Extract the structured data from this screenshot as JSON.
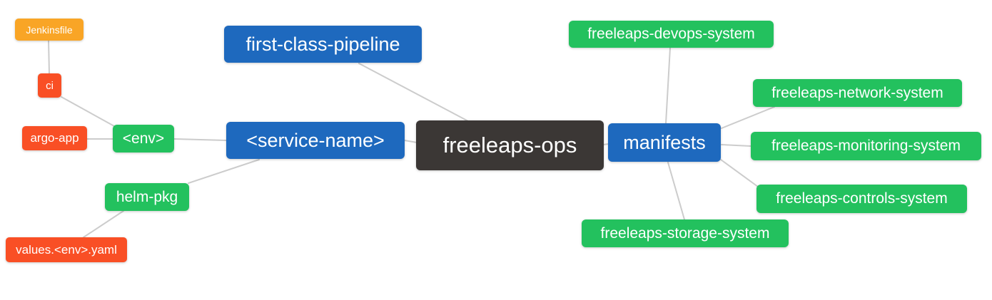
{
  "palette": {
    "root": "#3B3735",
    "blue": "#1E69BE",
    "green": "#23C15E",
    "red": "#F94F25",
    "amber": "#F9A526",
    "connector": "#CCCCCC",
    "node_text": "#FFFFFF",
    "background": "#FFFFFF"
  },
  "nodes": {
    "freeleaps_ops": {
      "label": "freeleaps-ops"
    },
    "first_class_pipeline": {
      "label": "first-class-pipeline"
    },
    "service_name": {
      "label": "<service-name>"
    },
    "manifests": {
      "label": "manifests"
    },
    "env": {
      "label": "<env>"
    },
    "helm_pkg": {
      "label": "helm-pkg"
    },
    "ci": {
      "label": "ci"
    },
    "argo_app": {
      "label": "argo-app"
    },
    "jenkinsfile": {
      "label": "Jenkinsfile"
    },
    "values_env_yaml": {
      "label": "values.<env>.yaml"
    },
    "devops_system": {
      "label": "freeleaps-devops-system"
    },
    "network_system": {
      "label": "freeleaps-network-system"
    },
    "monitoring_system": {
      "label": "freeleaps-monitoring-system"
    },
    "controls_system": {
      "label": "freeleaps-controls-system"
    },
    "storage_system": {
      "label": "freeleaps-storage-system"
    }
  },
  "edges": [
    {
      "from": "jenkinsfile",
      "to": "ci"
    },
    {
      "from": "ci",
      "to": "env"
    },
    {
      "from": "argo_app",
      "to": "env"
    },
    {
      "from": "env",
      "to": "service_name"
    },
    {
      "from": "service_name",
      "to": "helm_pkg"
    },
    {
      "from": "helm_pkg",
      "to": "values_env_yaml"
    },
    {
      "from": "service_name",
      "to": "freeleaps_ops"
    },
    {
      "from": "first_class_pipeline",
      "to": "freeleaps_ops"
    },
    {
      "from": "freeleaps_ops",
      "to": "manifests"
    },
    {
      "from": "manifests",
      "to": "devops_system"
    },
    {
      "from": "manifests",
      "to": "network_system"
    },
    {
      "from": "manifests",
      "to": "monitoring_system"
    },
    {
      "from": "manifests",
      "to": "controls_system"
    },
    {
      "from": "manifests",
      "to": "storage_system"
    }
  ]
}
